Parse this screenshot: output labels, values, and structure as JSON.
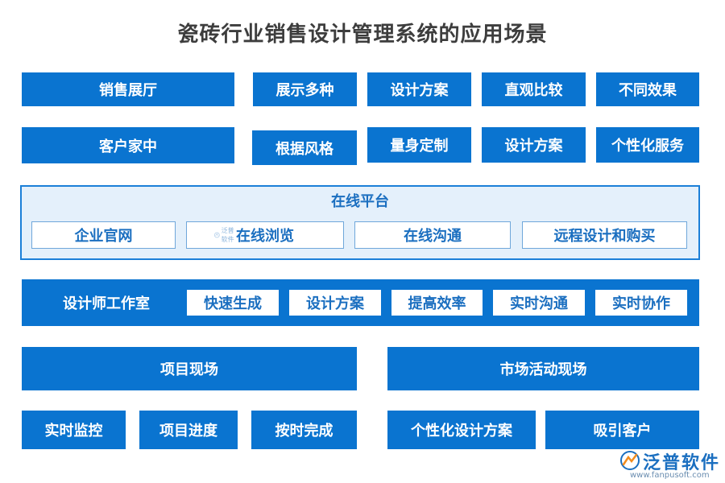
{
  "title": "瓷砖行业销售设计管理系统的应用场景",
  "rows": {
    "showroom": {
      "label": "销售展厅",
      "items": [
        "展示多种",
        "设计方案",
        "直观比较",
        "不同效果"
      ]
    },
    "home": {
      "label": "客户家中",
      "items": [
        "根据风格",
        "量身定制",
        "设计方案",
        "个性化服务"
      ]
    },
    "online": {
      "title": "在线平台",
      "items": [
        "企业官网",
        "在线浏览",
        "在线沟通",
        "远程设计和购买"
      ]
    },
    "studio": {
      "label": "设计师工作室",
      "items": [
        "快速生成",
        "设计方案",
        "提高效率",
        "实时沟通",
        "实时协作"
      ]
    },
    "project": {
      "label": "项目现场",
      "items": [
        "实时监控",
        "项目进度",
        "按时完成"
      ]
    },
    "market": {
      "label": "市场活动现场",
      "items": [
        "个性化设计方案",
        "吸引客户"
      ]
    }
  },
  "logo": {
    "name": "泛普软件",
    "url": "www.fanpusoft.com",
    "watermark": "泛普软件"
  },
  "colors": {
    "primary": "#0a74d0",
    "panel_bg": "#e4f0fb",
    "text_blue": "#1b6fc0"
  }
}
